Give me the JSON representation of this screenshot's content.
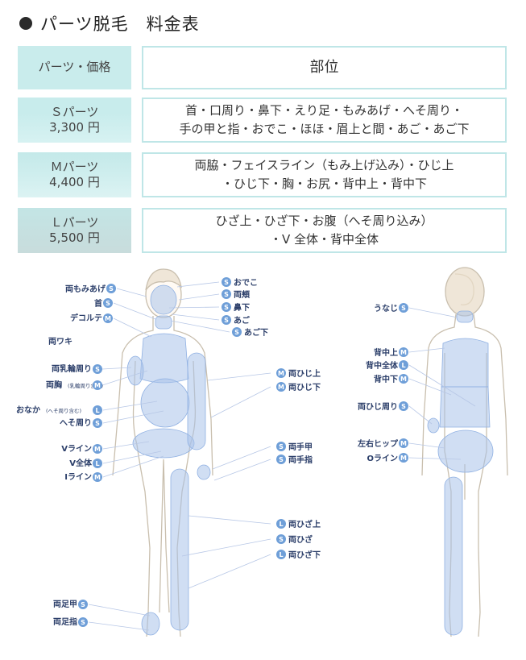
{
  "title": "パーツ脱毛　料金表",
  "table": {
    "header": {
      "left": "パーツ・価格",
      "right": "部位"
    },
    "rows": [
      {
        "name": "Ｓパーツ",
        "price": "3,300 円",
        "line1": "首・口周り・鼻下・えり足・もみあげ・へそ周り・",
        "line2": "手の甲と指・おでこ・ほほ・眉上と間・あご・あご下"
      },
      {
        "name": "Ｍパーツ",
        "price": "4,400 円",
        "line1": "両脇・フェイスライン（もみ上げ込み）・ひじ上",
        "line2": "・ひじ下・胸・お尻・背中上・背中下"
      },
      {
        "name": "Ｌパーツ",
        "price": "5,500 円",
        "line1": "ひざ上・ひざ下・お腹（へそ周り込み）",
        "line2": "・V 全体・背中全体"
      }
    ]
  },
  "front": {
    "left": [
      {
        "text": "両もみあげ",
        "badge": "S"
      },
      {
        "text": "首",
        "badge": "S"
      },
      {
        "text": "デコルテ",
        "badge": "M"
      },
      {
        "text": "両ワキ",
        "badge": ""
      },
      {
        "text": "両乳輪周り",
        "badge": "S"
      },
      {
        "text": "両胸",
        "sub": "(乳輪周り含む)",
        "badge": "M"
      },
      {
        "text": "おなか",
        "sub": "(へそ周り含む)",
        "badge": "L"
      },
      {
        "text": "へそ周り",
        "badge": "S"
      },
      {
        "text": "Vライン",
        "badge": "M"
      },
      {
        "text": "V全体",
        "badge": "L"
      },
      {
        "text": "Iライン",
        "badge": "M"
      },
      {
        "text": "両足甲",
        "badge": "S"
      },
      {
        "text": "両足指",
        "badge": "S"
      }
    ],
    "right": [
      {
        "text": "おでこ",
        "badge": "S"
      },
      {
        "text": "両頬",
        "badge": "S"
      },
      {
        "text": "鼻下",
        "badge": "S"
      },
      {
        "text": "あご",
        "badge": "S"
      },
      {
        "text": "あご下",
        "badge": "S"
      },
      {
        "text": "両ひじ上",
        "badge": "M"
      },
      {
        "text": "両ひじ下",
        "badge": "M"
      },
      {
        "text": "両手甲",
        "badge": "S"
      },
      {
        "text": "両手指",
        "badge": "S"
      },
      {
        "text": "両ひざ上",
        "badge": "L"
      },
      {
        "text": "両ひざ",
        "badge": "S"
      },
      {
        "text": "両ひざ下",
        "badge": "L"
      }
    ]
  },
  "back": [
    {
      "text": "うなじ",
      "badge": "S"
    },
    {
      "text": "背中上",
      "badge": "M"
    },
    {
      "text": "背中全体",
      "badge": "L"
    },
    {
      "text": "背中下",
      "badge": "M"
    },
    {
      "text": "両ひじ周り",
      "badge": "S"
    },
    {
      "text": "左右ヒップ",
      "badge": "M"
    },
    {
      "text": "Oライン",
      "badge": "M"
    }
  ],
  "colors": {
    "accent": "#bfe6e7",
    "badge": "#6f9fd8",
    "region": "#a9c2ea",
    "text": "#2c3f6a"
  }
}
